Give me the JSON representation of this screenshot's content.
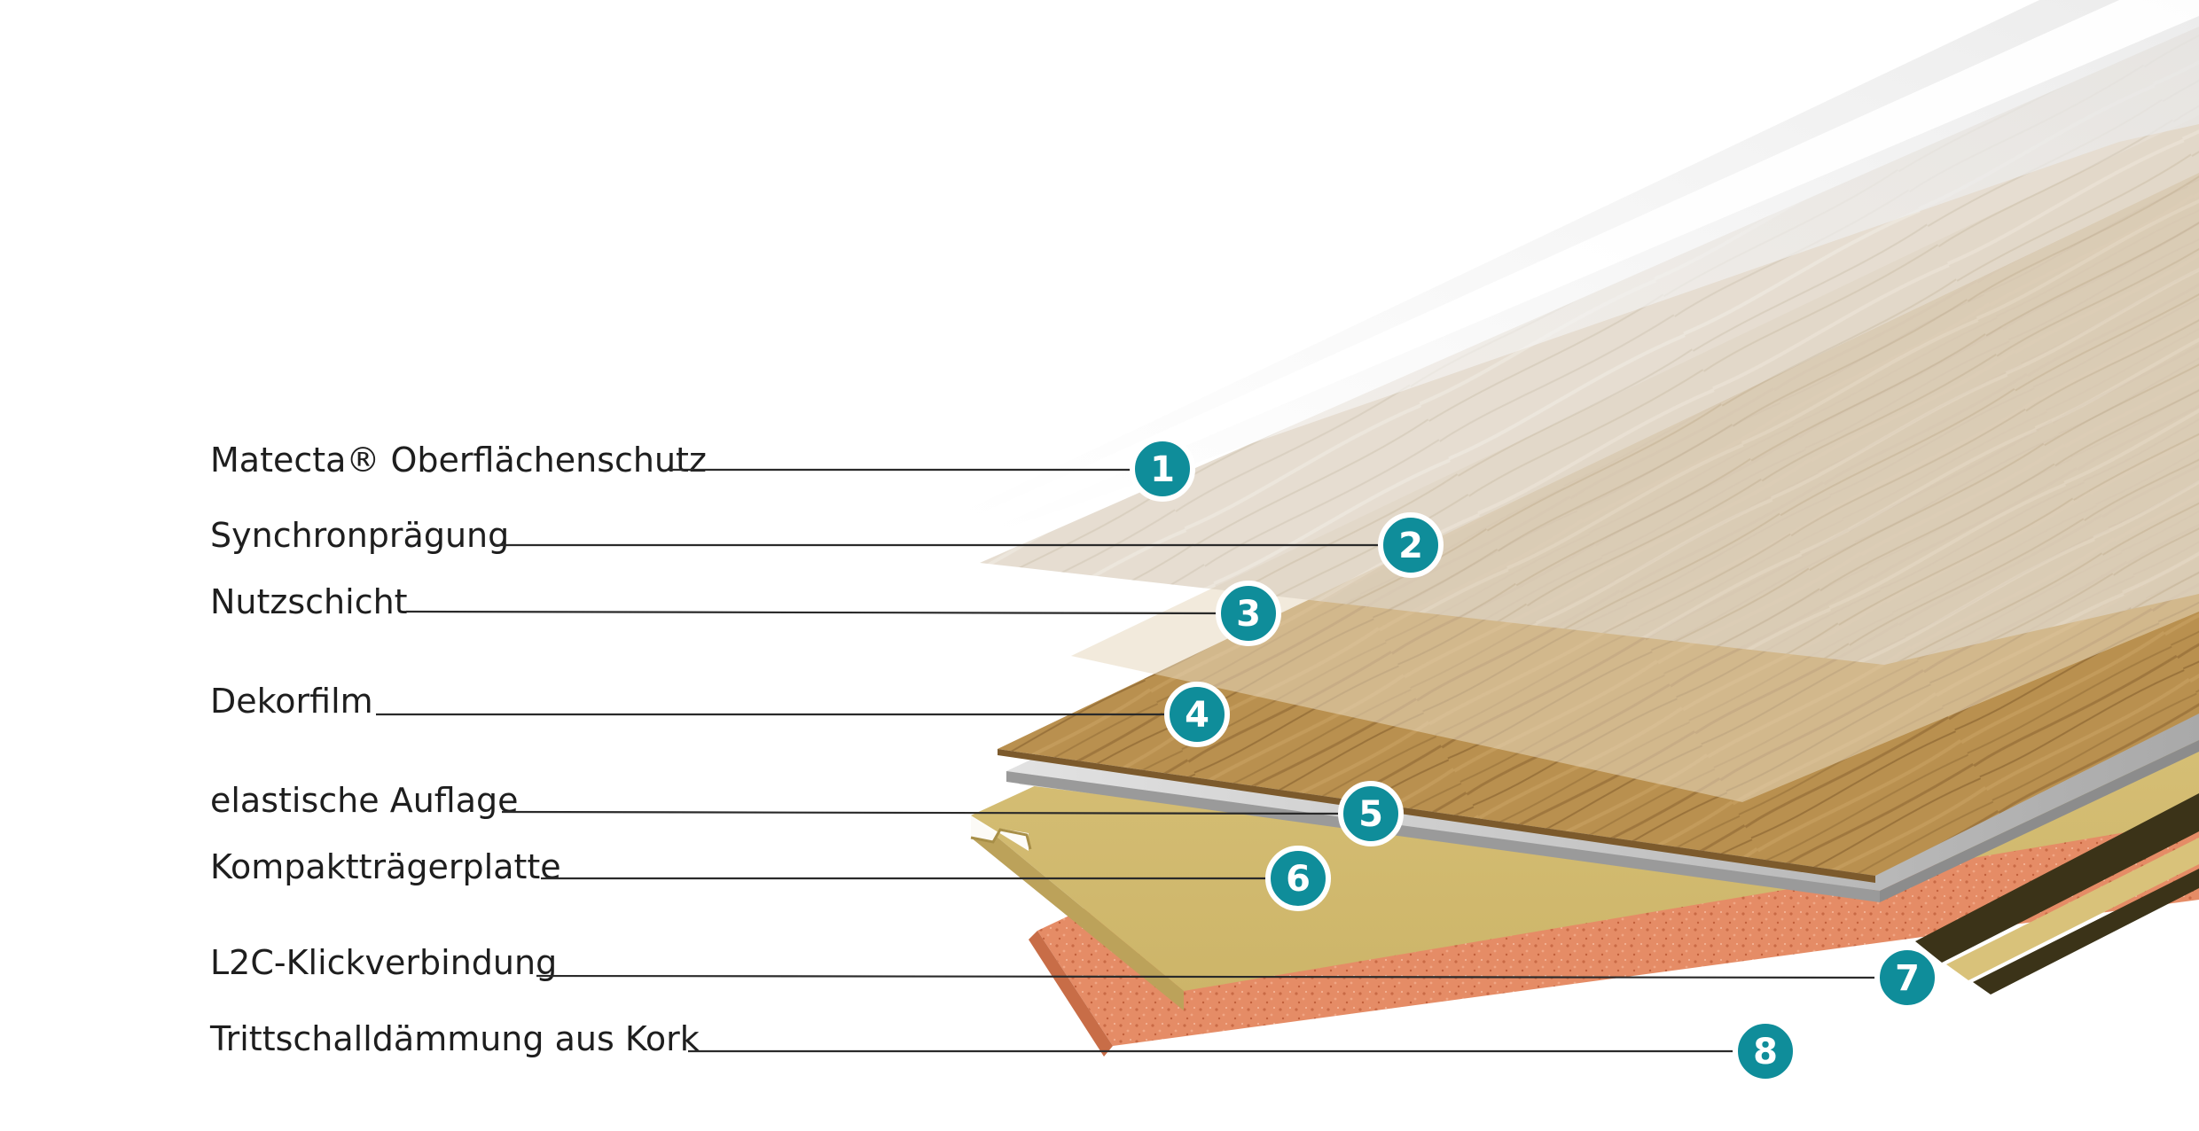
{
  "colors": {
    "accent_teal": "#0f8d9a",
    "text": "#1e1e1e",
    "cork": "#e58c66",
    "core_board": "#ddc67c",
    "decor_wood": "#b48a4c",
    "vinyl_layer": "#c9c9c9",
    "clear_layer": "#f2f2f2"
  },
  "layers": [
    {
      "number": "1",
      "label": "Matecta® Oberflächenschutz"
    },
    {
      "number": "2",
      "label": "Synchronprägung"
    },
    {
      "number": "3",
      "label": "Nutzschicht"
    },
    {
      "number": "4",
      "label": "Dekorfilm"
    },
    {
      "number": "5",
      "label": "elastische Auflage"
    },
    {
      "number": "6",
      "label": "Kompaktträgerplatte"
    },
    {
      "number": "7",
      "label": "L2C-Klickverbindung"
    },
    {
      "number": "8",
      "label": "Trittschalldämmung aus Kork"
    }
  ]
}
